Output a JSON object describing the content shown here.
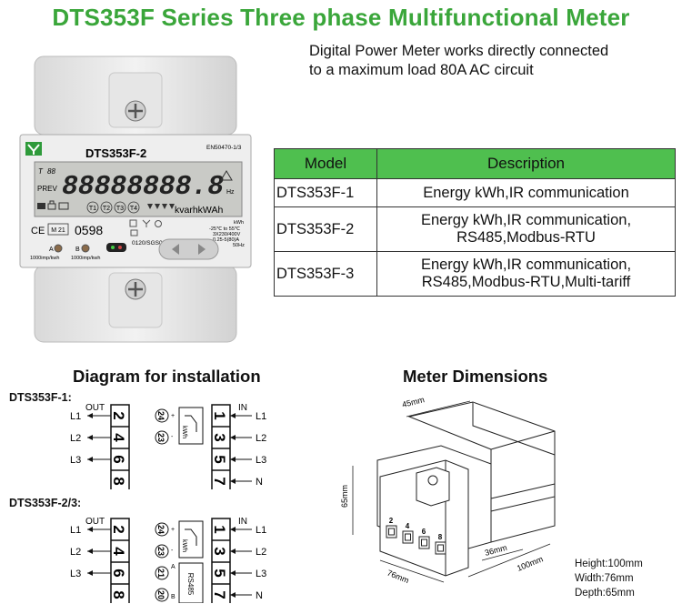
{
  "title": "DTS353F Series Three phase Multifunctional Meter",
  "intro": {
    "line1": "Digital Power Meter works directly connected",
    "line2": "to a maximum load 80A AC circuit"
  },
  "meter": {
    "brand_label": "DTS353F-2",
    "standard": "EN50470-1/3",
    "lcd_digits": "88888888.8",
    "lcd_T": "T",
    "lcd_T_val": "88",
    "lcd_prev": "PREV",
    "lcd_unit_hz": "Hz",
    "lcd_tariffs": [
      "T1",
      "T2",
      "T3",
      "T4"
    ],
    "lcd_units": "kvarhkWAh",
    "ce": "CE",
    "m21": "M 21",
    "code": "0598",
    "cert": "0120/SGS0217",
    "kwh": "kWh",
    "temp": "-25℃ to 55℃",
    "voltage": "3X230/400V",
    "current": "0.25-5(80)A",
    "freq": "50Hz",
    "led_a": "A",
    "led_b": "B",
    "imp_a": "1000imp/kwh",
    "imp_b": "1000imp/kwh"
  },
  "table": {
    "headers": [
      "Model",
      "Description"
    ],
    "rows": [
      {
        "model": "DTS353F-1",
        "desc1": "Energy kWh,IR communication",
        "desc2": ""
      },
      {
        "model": "DTS353F-2",
        "desc1": "Energy kWh,IR communication,",
        "desc2": "RS485,Modbus-RTU"
      },
      {
        "model": "DTS353F-3",
        "desc1": "Energy kWh,IR communication,",
        "desc2": "RS485,Modbus-RTU,Multi-tariff"
      }
    ]
  },
  "installation": {
    "title": "Diagram for installation",
    "variant1": "DTS353F-1:",
    "variant2": "DTS353F-2/3:",
    "out": "OUT",
    "in": "IN",
    "left_lines": [
      "L1",
      "L2",
      "L3"
    ],
    "right_lines": [
      "L1",
      "L2",
      "L3",
      "N"
    ],
    "left_terms": [
      "2",
      "4",
      "6",
      "8"
    ],
    "right_terms": [
      "1",
      "3",
      "5",
      "7"
    ],
    "pulse_terms": [
      "24",
      "23"
    ],
    "rs485_terms": [
      "21",
      "20"
    ],
    "pulse_plus": "+",
    "pulse_minus": "-",
    "kwh": "kWh",
    "rs485": "RS485",
    "a": "A",
    "b": "B"
  },
  "dimensions": {
    "title": "Meter Dimensions",
    "d45": "45mm",
    "d65": "65mm",
    "d76": "76mm",
    "d36": "36mm",
    "d100": "100mm",
    "term_nums": [
      "2",
      "4",
      "6",
      "8"
    ],
    "height": "Height:100mm",
    "width": "Width:76mm",
    "depth": "Depth:65mm"
  }
}
